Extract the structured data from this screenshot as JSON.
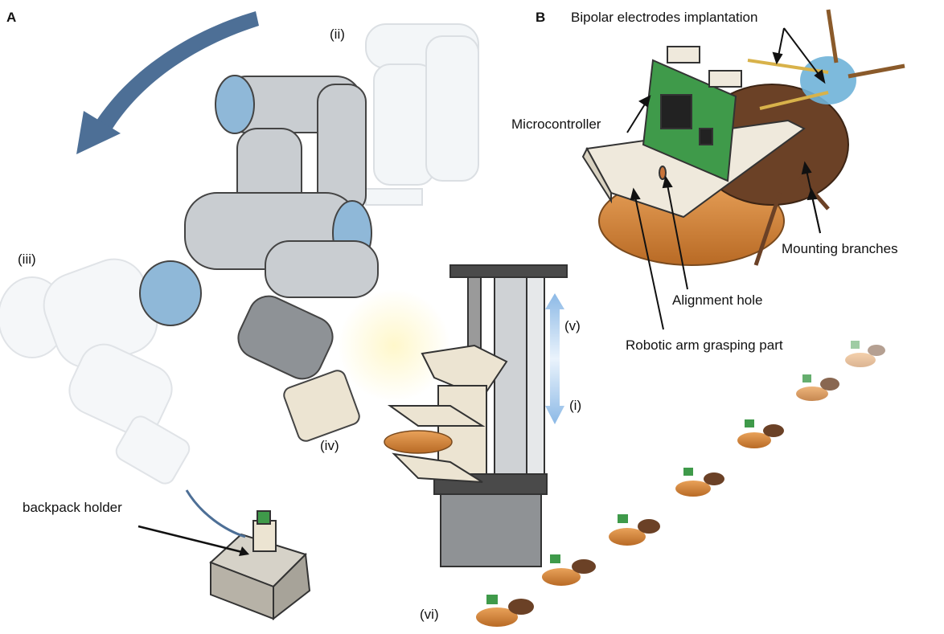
{
  "panels": {
    "a": "A",
    "b": "B"
  },
  "steps": {
    "i": "(i)",
    "ii": "(ii)",
    "iii": "(iii)",
    "iv": "(iv)",
    "v": "(v)",
    "vi": "(vi)"
  },
  "callouts": {
    "bipolar_electrodes": "Bipolar electrodes implantation",
    "microcontroller": "Microcontroller",
    "mounting_branches": "Mounting branches",
    "alignment_hole": "Alignment hole",
    "grasping_part": "Robotic arm grasping part",
    "backpack_holder": "backpack holder"
  },
  "colors": {
    "arm_gray": "#c9cdd1",
    "arm_blue_cap": "#8fb8d8",
    "sweep_arrow": "#4d6f96",
    "vertical_arrow": "#8cb9e6",
    "pcb_green": "#3f9a4a",
    "insect_brown": "#6b4126",
    "insect_orange": "#d98a3a"
  }
}
